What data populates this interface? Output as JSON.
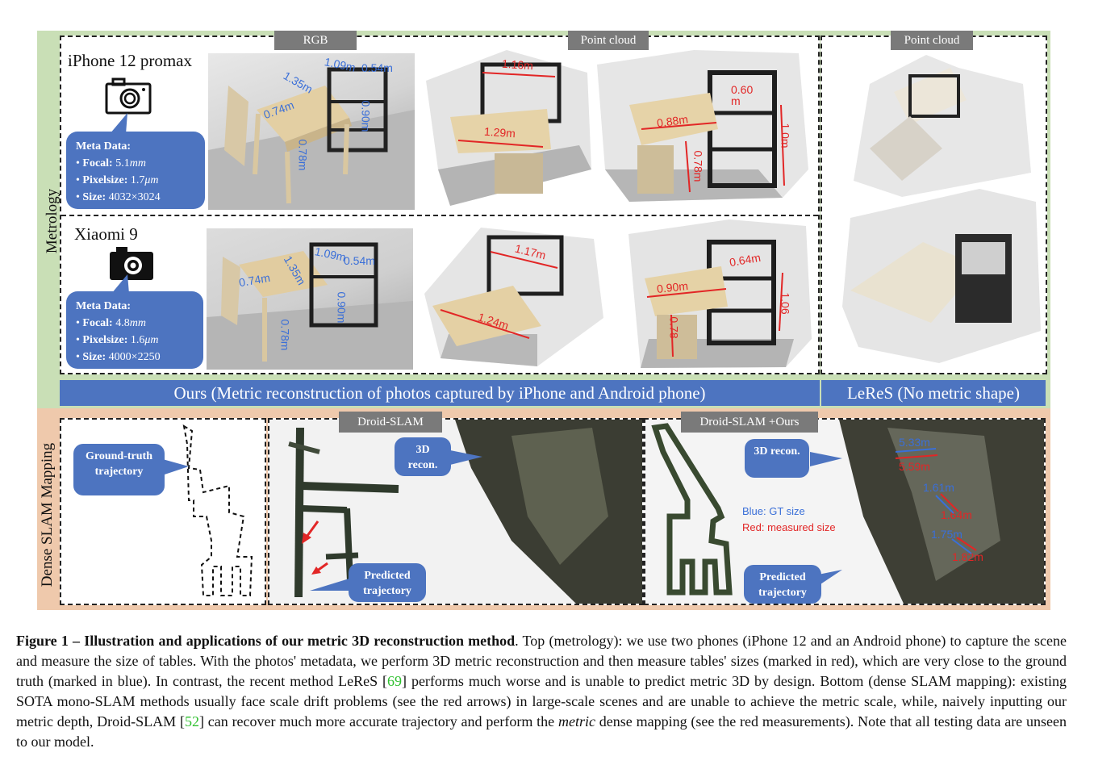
{
  "top": {
    "side_label": "Metrology",
    "tabs": {
      "rgb": "RGB",
      "pointcloud": "Point cloud",
      "pointcloud2": "Point cloud"
    },
    "devices": [
      {
        "name": "iPhone 12 promax",
        "meta_title": "Meta Data:",
        "focal_label": "Focal: ",
        "focal_value": "5.1",
        "focal_unit": "mm",
        "pixel_label": "Pixelsize: ",
        "pixel_value": "1.7",
        "pixel_unit": "μm",
        "size_label": "Size: ",
        "size_value": "4032×3024",
        "rgb_measurements": {
          "a": "1.09m",
          "b": "0.54m",
          "c": "1.35m",
          "d": "0.74m",
          "e": "0.90m",
          "f": "0.78m"
        },
        "pc1_measurements": {
          "a": "1.16m",
          "b": "1.29m"
        },
        "pc2_measurements": {
          "a": "0.60 m",
          "b": "0.88m",
          "c": "1.0m",
          "d": "0.78m"
        }
      },
      {
        "name": "Xiaomi 9",
        "meta_title": "Meta Data:",
        "focal_label": "Focal: ",
        "focal_value": "4.8",
        "focal_unit": "mm",
        "pixel_label": "Pixelsize: ",
        "pixel_value": "1.6",
        "pixel_unit": "μm",
        "size_label": "Size: ",
        "size_value": "4000×2250",
        "rgb_measurements": {
          "a": "1.09m",
          "b": "0.54m",
          "c": "1.35m",
          "d": "0.74m",
          "e": "0.90m",
          "f": "0.78m"
        },
        "pc1_measurements": {
          "a": "1.17m",
          "b": "1.24m"
        },
        "pc2_measurements": {
          "a": "0.64m",
          "b": "0.90m",
          "c": "1.06",
          "d": "0.78"
        }
      }
    ],
    "banner_ours": "Ours (Metric reconstruction of photos captured by iPhone and Android phone)",
    "banner_leres": "LeReS (No metric shape)"
  },
  "bottom": {
    "side_label": "Dense SLAM Mapping",
    "tabs": {
      "droid": "Droid-SLAM",
      "droid_ours": "Droid-SLAM +Ours"
    },
    "callouts": {
      "gt": "Ground-truth trajectory",
      "recon1": "3D recon.",
      "pred1": "Predicted trajectory",
      "recon2": "3D recon.",
      "pred2": "Predicted trajectory"
    },
    "legend": {
      "gt": "Blue: GT size",
      "measured": "Red: measured size"
    },
    "measurements": [
      {
        "gt": "5.33m",
        "pred": "5.59m"
      },
      {
        "gt": "1.61m",
        "pred": "1.64m"
      },
      {
        "gt": "1.75m",
        "pred": "1.82m"
      }
    ]
  },
  "caption": {
    "label": "Figure 1 –",
    "title": "Illustration and applications of our metric 3D reconstruction method",
    "text1": ". Top (metrology): we use two phones (iPhone 12 and an Android phone) to capture the scene and measure the size of tables. With the photos' metadata, we perform 3D metric reconstruction and then measure tables' sizes (marked in red), which are very close to the ground truth (marked in blue). In contrast, the recent method LeReS [",
    "cite1": "69",
    "text2": "] performs much worse and is unable to predict metric 3D by design. Bottom (dense SLAM mapping): existing SOTA mono-SLAM methods usually face scale drift problems (see the red arrows) in large-scale scenes and are unable to achieve the metric scale, while, naively inputting our metric depth, Droid-SLAM [",
    "cite2": "52",
    "text3": "] can recover much more accurate trajectory and perform the ",
    "italic": "metric",
    "text4": " dense mapping (see the red measurements). Note that all testing data are unseen to our model."
  },
  "colors": {
    "top_bg": "#c9dfb6",
    "bottom_bg": "#efc9ac",
    "callout": "#4d74c0",
    "tab": "#7a7a7a",
    "red": "#e22626",
    "blue": "#3a6fd8",
    "cite": "#2fc02f"
  }
}
